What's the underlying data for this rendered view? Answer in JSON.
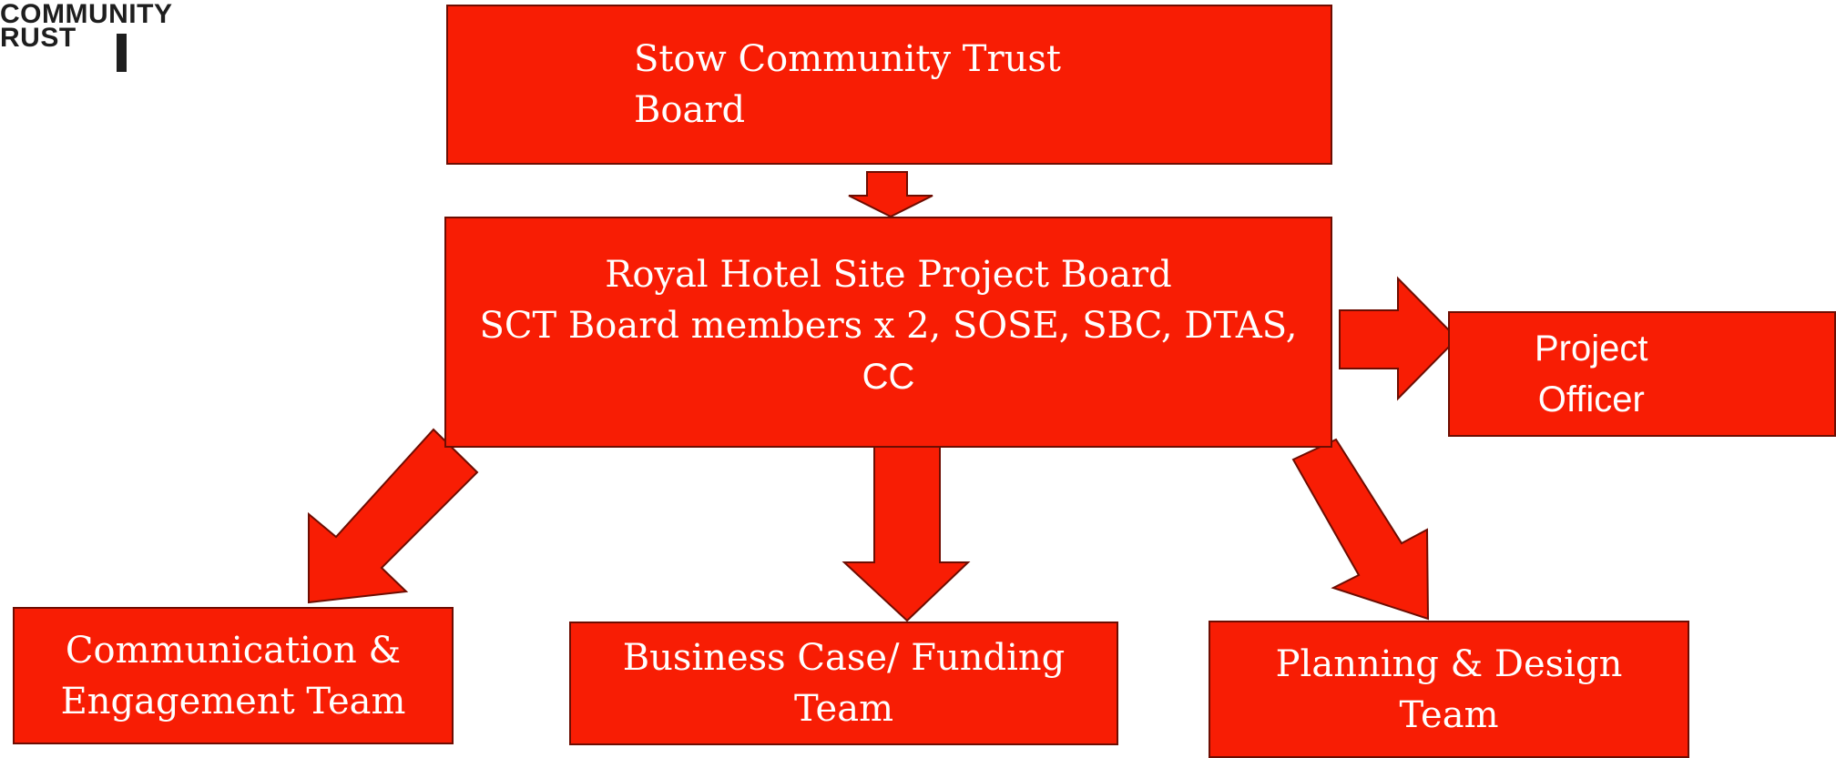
{
  "logo": {
    "line1": "COMMUNITY",
    "line2": "RUST"
  },
  "colors": {
    "box_fill": "#f81d04",
    "box_border": "#6d0d02",
    "text": "#ffffff"
  },
  "nodes": {
    "sct_board": {
      "line1": "Stow Community Trust",
      "line2": "Board"
    },
    "project_board": {
      "line1": "Royal Hotel Site Project Board",
      "line2": "SCT Board members x 2, SOSE, SBC, DTAS,",
      "line3": "CC"
    },
    "project_officer": {
      "line1": "Project",
      "line2": "Officer"
    },
    "comm_team": {
      "line1": "Communication &",
      "line2": "Engagement Team"
    },
    "business_team": {
      "line1": "Business Case/ Funding",
      "line2": "Team"
    },
    "planning_team": {
      "line1": "Planning & Design",
      "line2": "Team"
    }
  }
}
